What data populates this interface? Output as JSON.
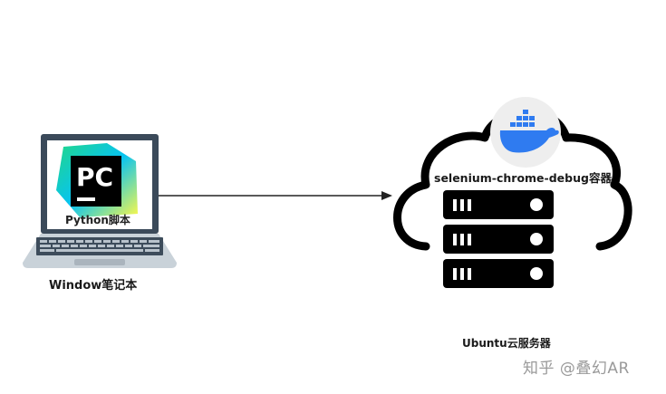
{
  "labels": {
    "python_script": "Python脚本",
    "laptop": "Window笔记本",
    "container": "selenium-chrome-debug容器",
    "server": "Ubuntu云服务器",
    "watermark": "知乎 @叠幻AR"
  },
  "icons": {
    "ide_logo_text": "PC",
    "laptop": "laptop-icon",
    "ide": "pycharm-icon",
    "cloud": "cloud-icon",
    "docker": "docker-whale-icon",
    "server": "server-rack-icon"
  },
  "colors": {
    "cloud_stroke": "#000000",
    "docker_blue": "#2f7bf0",
    "laptop_frame": "#3b4a5a",
    "laptop_base": "#b7c1c9",
    "arrow": "#222222"
  }
}
